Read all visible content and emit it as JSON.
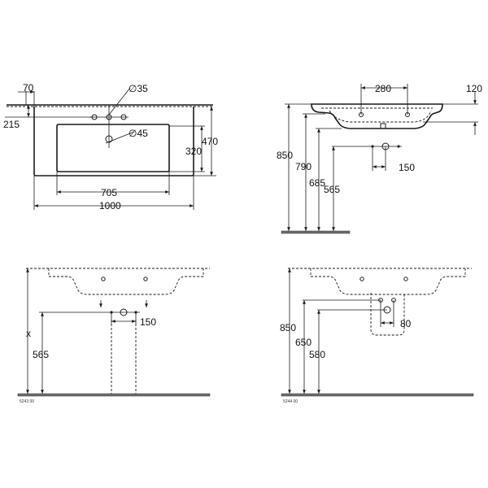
{
  "top_view": {
    "dims": {
      "d70": "70",
      "d215": "215",
      "dia35": "∅35",
      "dia45": "∅45",
      "d320": "320",
      "d470": "470",
      "d705": "705",
      "d1000": "1000"
    }
  },
  "side_view": {
    "dims": {
      "d280": "280",
      "d120": "120",
      "d850": "850",
      "d790": "790",
      "d685": "685",
      "d565": "565",
      "d150": "150"
    }
  },
  "front_view_left": {
    "dims": {
      "x": "x",
      "d565": "565",
      "d150": "150"
    },
    "code": "5243 00"
  },
  "front_view_right": {
    "dims": {
      "d850": "850",
      "d650": "650",
      "d580": "580",
      "d80": "80"
    },
    "code": "5244 00"
  }
}
